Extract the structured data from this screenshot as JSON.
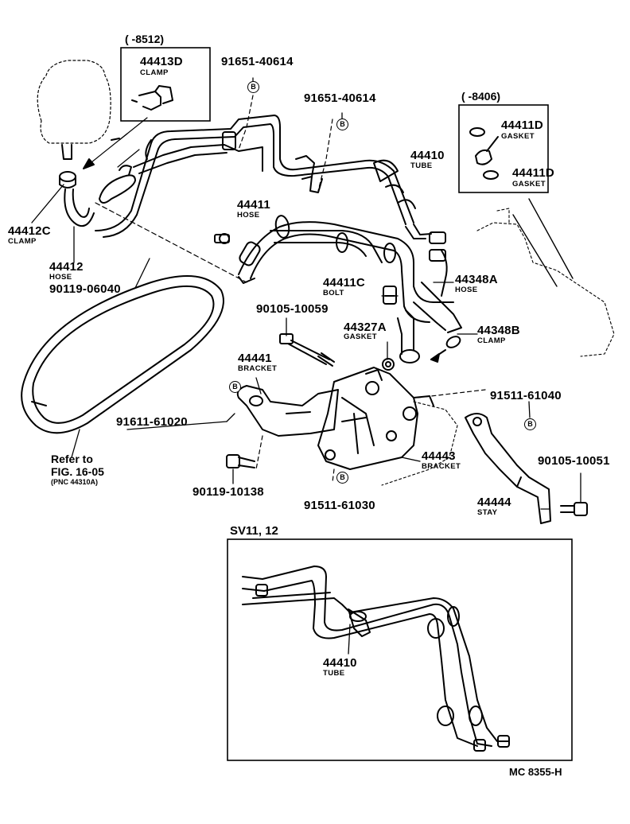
{
  "diagram": {
    "inset_top_left": {
      "range": "(        -8512)",
      "part": "44413D",
      "name": "CLAMP"
    },
    "inset_top_right": {
      "range": "(        -8406)",
      "items": [
        {
          "part": "44411D",
          "name": "GASKET"
        },
        {
          "part": "44411D",
          "name": "GASKET"
        }
      ]
    },
    "labels": {
      "p91651_a": "91651-40614",
      "p91651_b": "91651-40614",
      "p44410": "44410",
      "n44410": "TUBE",
      "p44411": "44411",
      "n44411": "HOSE",
      "p44412c": "44412C",
      "n44412c": "CLAMP",
      "p44412": "44412",
      "n44412": "HOSE",
      "p90119a": "90119-06040",
      "p44411c": "44411C",
      "n44411c": "BOLT",
      "p44348a": "44348A",
      "n44348a": "HOSE",
      "p90105a": "90105-10059",
      "p44327a": "44327A",
      "n44327a": "GASKET",
      "p44348b": "44348B",
      "n44348b": "CLAMP",
      "p44441": "44441",
      "n44441": "BRACKET",
      "p91611": "91611-61020",
      "p91511a": "91511-61040",
      "p90105b": "90105-10051",
      "p44443": "44443",
      "n44443": "BRACKET",
      "p90119b": "90119-10138",
      "p91511b": "91511-61030",
      "p44444": "44444",
      "n44444": "STAY",
      "refer1": "Refer to",
      "refer2": "FIG. 16-05",
      "refer3": "(PNC 44310A)"
    },
    "markers": {
      "b": "B"
    },
    "sv_inset": {
      "title": "SV11, 12",
      "part": "44410",
      "name": "TUBE"
    },
    "footer_code": "MC 8355-H"
  }
}
